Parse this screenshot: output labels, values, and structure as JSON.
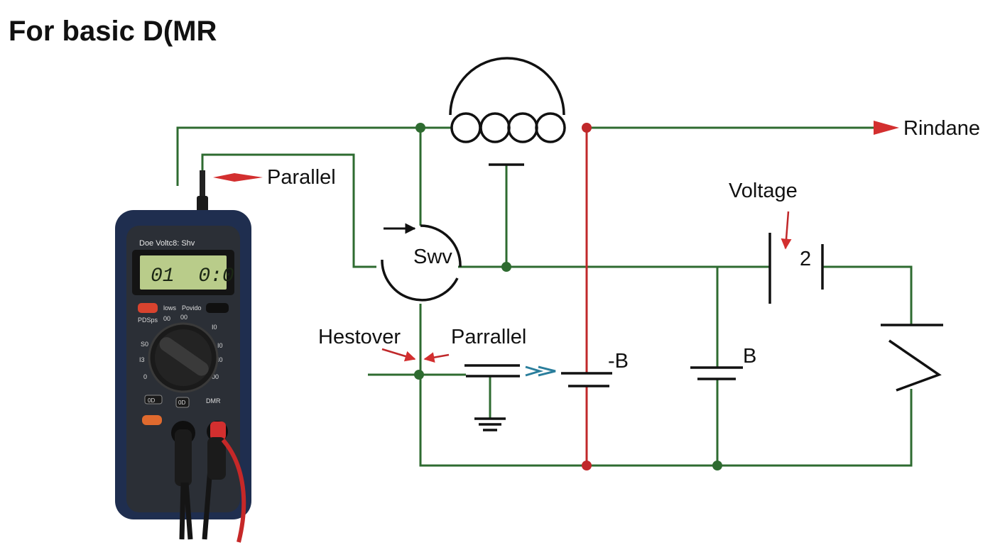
{
  "title": "For basic D(MR",
  "labels": {
    "rindane": "Rindane",
    "parallel_top": "Parallel",
    "voltage": "Voltage",
    "battery_number": "2",
    "switch": "Swv",
    "hestover": "Hestover",
    "parrallel": "Parrallel",
    "neg_b": "-B",
    "b": "B"
  },
  "multimeter": {
    "header": "Doe Voltc8: Shv",
    "display": "01  0:0",
    "button_left_label": "lows",
    "button_right_label": "Povido",
    "dial_labels": [
      "PDSps",
      "00",
      "00",
      "I0",
      "S0",
      "I0",
      "I3",
      "I0",
      "0",
      "00",
      "0"
    ],
    "bottom_labels": [
      "0D",
      "0D",
      "DMR"
    ]
  },
  "colors": {
    "wire_green": "#2e6b30",
    "wire_red": "#c0282a",
    "arrow_red": "#d32f2f",
    "arrow_blue": "#2a7e9c",
    "meter_body": "#1f2e4f",
    "meter_face": "#2b2f36",
    "lcd": "#b9cc8a"
  }
}
